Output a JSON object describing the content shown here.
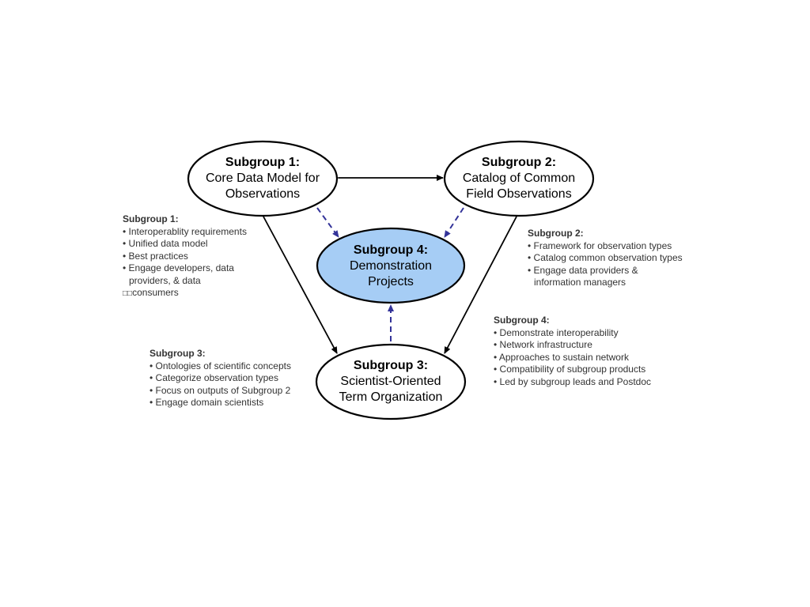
{
  "colors": {
    "ellipse_stroke": "#000000",
    "ellipse_fill": "#ffffff",
    "highlight_fill": "#a6cdf5",
    "solid_arrow": "#000000",
    "dashed_arrow": "#333399",
    "note_text": "#333333"
  },
  "nodes": {
    "sg1": {
      "title": "Subgroup 1:",
      "lines": [
        "Core Data Model for",
        "Observations"
      ]
    },
    "sg2": {
      "title": "Subgroup 2:",
      "lines": [
        "Catalog of Common",
        "Field Observations"
      ]
    },
    "sg3": {
      "title": "Subgroup 3:",
      "lines": [
        "Scientist-Oriented",
        "Term Organization"
      ]
    },
    "sg4": {
      "title": "Subgroup 4:",
      "lines": [
        "Demonstration",
        "Projects"
      ]
    }
  },
  "notes": {
    "sg1": {
      "title": "Subgroup 1:",
      "items": [
        "• Interoperablity requirements",
        "• Unified data model",
        "• Best practices",
        "• Engage developers, data"
      ],
      "continuation": [
        "providers, & data"
      ],
      "last": "consumers",
      "last_marker": "□□"
    },
    "sg2": {
      "title": "Subgroup 2:",
      "items": [
        "• Framework for observation types",
        "• Catalog common observation types",
        "• Engage data providers &"
      ],
      "continuation": [
        "information managers"
      ]
    },
    "sg3": {
      "title": "Subgroup 3:",
      "items": [
        "• Ontologies of scientific concepts",
        "• Categorize observation types",
        "• Focus on outputs of Subgroup 2",
        "• Engage domain scientists"
      ]
    },
    "sg4": {
      "title": "Subgroup 4:",
      "items": [
        "• Demonstrate interoperability",
        "• Network infrastructure",
        "• Approaches to sustain network",
        "• Compatibility of subgroup products",
        "• Led by subgroup leads and Postdoc"
      ]
    }
  }
}
